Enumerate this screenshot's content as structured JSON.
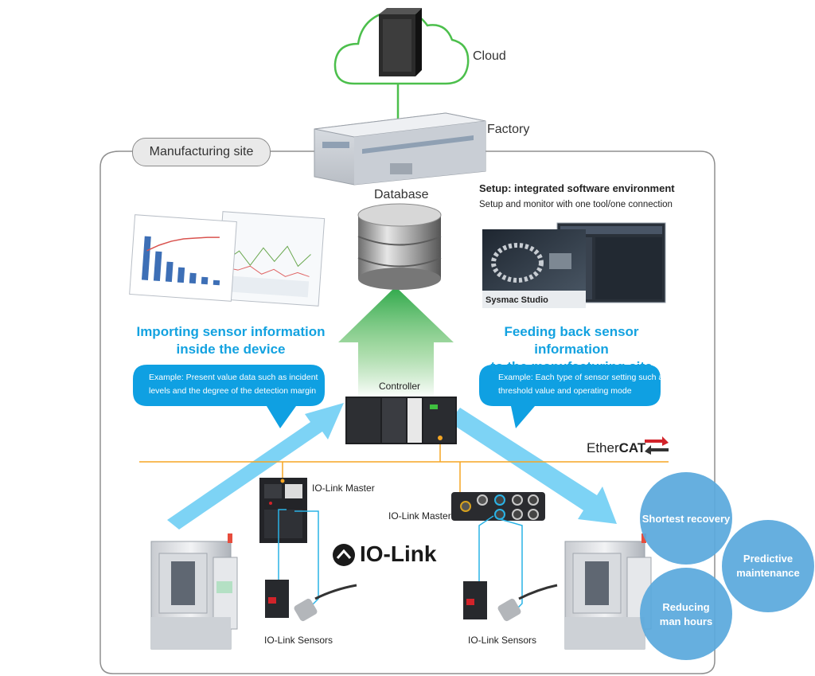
{
  "labels": {
    "cloud": "Cloud",
    "factory": "Factory",
    "manufacturing_site": "Manufacturing site",
    "database": "Database",
    "setup_title": "Setup: integrated software environment",
    "setup_subtitle": "Setup and monitor with one tool/one connection",
    "sysmac_studio": "Sysmac Studio",
    "controller": "Controller",
    "ethercat_prefix": "Ether",
    "ethercat_suffix": "CAT",
    "io_link_master_left": "IO-Link Master",
    "io_link_master_right": "IO-Link Master",
    "io_link_logo": "IO-Link",
    "io_link_sensors_left": "IO-Link Sensors",
    "io_link_sensors_right": "IO-Link Sensors"
  },
  "left_panel": {
    "title_line1": "Importing sensor information",
    "title_line2": "inside the device",
    "bubble_line1": "Example: Present value data such as incident",
    "bubble_line2": "levels and the degree of the detection margin"
  },
  "right_panel": {
    "title_line1": "Feeding back sensor information",
    "title_line2": "to the manufacturing site",
    "bubble_line1": "Example: Each type of sensor setting such as",
    "bubble_line2": "threshold value and operating mode"
  },
  "benefits": {
    "shortest_recovery_line1": "Shortest recovery",
    "predictive_line1": "Predictive",
    "predictive_line2": "maintenance",
    "reducing_line1": "Reducing",
    "reducing_line2": "man hours"
  },
  "colors": {
    "accent_blue": "#13a2e0",
    "arrow_blue": "#7dd3f5",
    "benefit_circle": "#5aa9dd",
    "cloud_green": "#4cbf4c",
    "bus_orange": "#f5a623",
    "controller_green": "#5dbb5d"
  }
}
